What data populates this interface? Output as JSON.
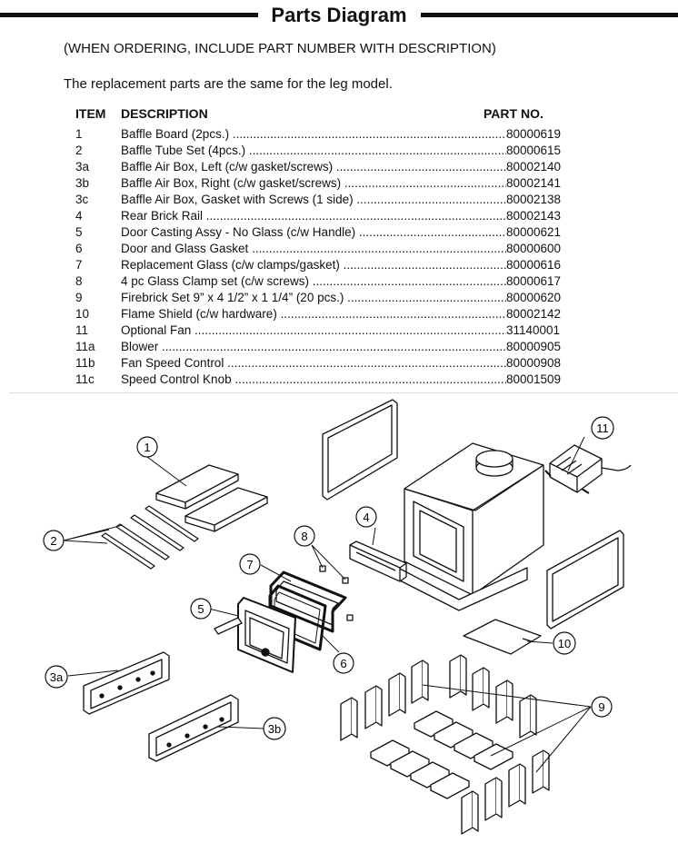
{
  "header": {
    "title": "Parts Diagram"
  },
  "notes": {
    "ordering": "(WHEN ORDERING, INCLUDE PART NUMBER WITH DESCRIPTION)",
    "leg_model": "The replacement parts are the same for the leg model."
  },
  "table": {
    "headers": {
      "item": "ITEM",
      "description": "DESCRIPTION",
      "part_no": "PART NO."
    },
    "rows": [
      {
        "item": "1",
        "description": "Baffle Board (2pcs.)",
        "part_no": "80000619"
      },
      {
        "item": "2",
        "description": "Baffle Tube Set (4pcs.)",
        "part_no": "80000615"
      },
      {
        "item": "3a",
        "description": "Baffle Air Box, Left (c/w gasket/screws)",
        "part_no": "80002140"
      },
      {
        "item": "3b",
        "description": "Baffle Air Box, Right (c/w gasket/screws)",
        "part_no": "80002141"
      },
      {
        "item": "3c",
        "description": "Baffle Air Box, Gasket with Screws (1 side)",
        "part_no": "80002138"
      },
      {
        "item": "4",
        "description": "Rear Brick Rail",
        "part_no": "80002143"
      },
      {
        "item": "5",
        "description": "Door Casting Assy - No Glass (c/w Handle)",
        "part_no": "80000621"
      },
      {
        "item": "6",
        "description": "Door and Glass Gasket",
        "part_no": "80000600"
      },
      {
        "item": "7",
        "description": "Replacement Glass (c/w clamps/gasket)",
        "part_no": "80000616"
      },
      {
        "item": "8",
        "description": "4 pc Glass Clamp set (c/w screws)",
        "part_no": "80000617"
      },
      {
        "item": "9",
        "description": "Firebrick Set 9” x 4 1/2” x 1 1/4” (20 pcs.)",
        "part_no": "80000620"
      },
      {
        "item": "10",
        "description": "Flame Shield (c/w hardware)",
        "part_no": "80002142"
      },
      {
        "item": "11",
        "description": "Optional Fan",
        "part_no": "31140001"
      },
      {
        "item": "11a",
        "description": "Blower",
        "part_no": "80000905"
      },
      {
        "item": "11b",
        "description": "Fan Speed Control",
        "part_no": "80000908"
      },
      {
        "item": "11c",
        "description": "Speed Control Knob",
        "part_no": "80001509"
      }
    ]
  },
  "diagram": {
    "callouts": {
      "c1": "1",
      "c2": "2",
      "c3a": "3a",
      "c3b": "3b",
      "c4": "4",
      "c5": "5",
      "c6": "6",
      "c7": "7",
      "c8": "8",
      "c9": "9",
      "c10": "10",
      "c11": "11"
    }
  }
}
